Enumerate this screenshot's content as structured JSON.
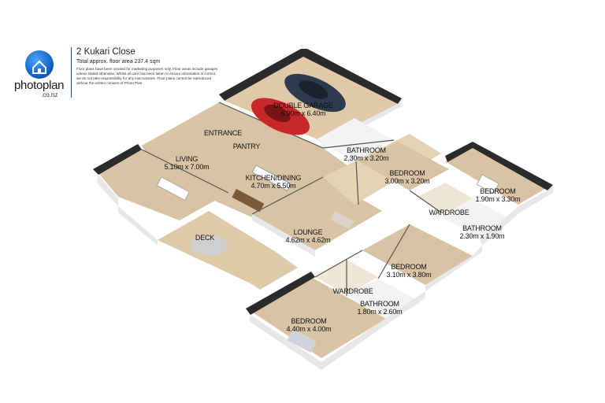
{
  "header": {
    "logo_text": "photoplan",
    "logo_sub": ".co.nz",
    "title": "2 Kukari Close",
    "subtitle": "Total approx. floor area 237.4 sqm",
    "disclaimer": "Floor plans have been created for marketing purposes only. Floor areas include garages unless stated otherwise. Whilst all care has been taken to ensure information is correct, we do not take responsibility for any inaccuracies. Floor plans cannot be reproduced without the written consent of Photo Plan."
  },
  "rooms": [
    {
      "id": "double-garage",
      "name": "DOUBLE GARAGE",
      "dims": "6.90m x 6.40m"
    },
    {
      "id": "entrance",
      "name": "ENTRANCE"
    },
    {
      "id": "pantry",
      "name": "PANTRY"
    },
    {
      "id": "living",
      "name": "LIVING",
      "dims": "5.10m x 7.00m"
    },
    {
      "id": "kitchen-dining",
      "name": "KITCHEN/DINING",
      "dims": "4.70m x 5.50m"
    },
    {
      "id": "bathroom-1",
      "name": "BATHROOM",
      "dims": "2.30m x 3.20m"
    },
    {
      "id": "bedroom-1",
      "name": "BEDROOM",
      "dims": "3.00m x 3.20m"
    },
    {
      "id": "bedroom-2",
      "name": "BEDROOM",
      "dims": "1.90m x 3.30m"
    },
    {
      "id": "wardrobe-1",
      "name": "WARDROBE"
    },
    {
      "id": "bathroom-2",
      "name": "BATHROOM",
      "dims": "2.30m x 1.90m"
    },
    {
      "id": "lounge",
      "name": "LOUNGE",
      "dims": "4.62m x 4.62m"
    },
    {
      "id": "deck",
      "name": "DECK"
    },
    {
      "id": "bedroom-3",
      "name": "BEDROOM",
      "dims": "3.10m x 3.80m"
    },
    {
      "id": "wardrobe-2",
      "name": "WARDROBE"
    },
    {
      "id": "bathroom-3",
      "name": "BATHROOM",
      "dims": "1.80m x 2.60m"
    },
    {
      "id": "bedroom-4",
      "name": "BEDROOM",
      "dims": "4.40m x 4.00m"
    }
  ],
  "colors": {
    "wall": "#2b2b2b",
    "wall_side": "#e8e8e8",
    "floor_timber": "#d8c3a5",
    "floor_tile": "#f3f3f3",
    "floor_garage": "#dfc9a8",
    "deck": "#dccaa9",
    "car_red": "#c8282a",
    "car_dark": "#2e3a4d"
  }
}
